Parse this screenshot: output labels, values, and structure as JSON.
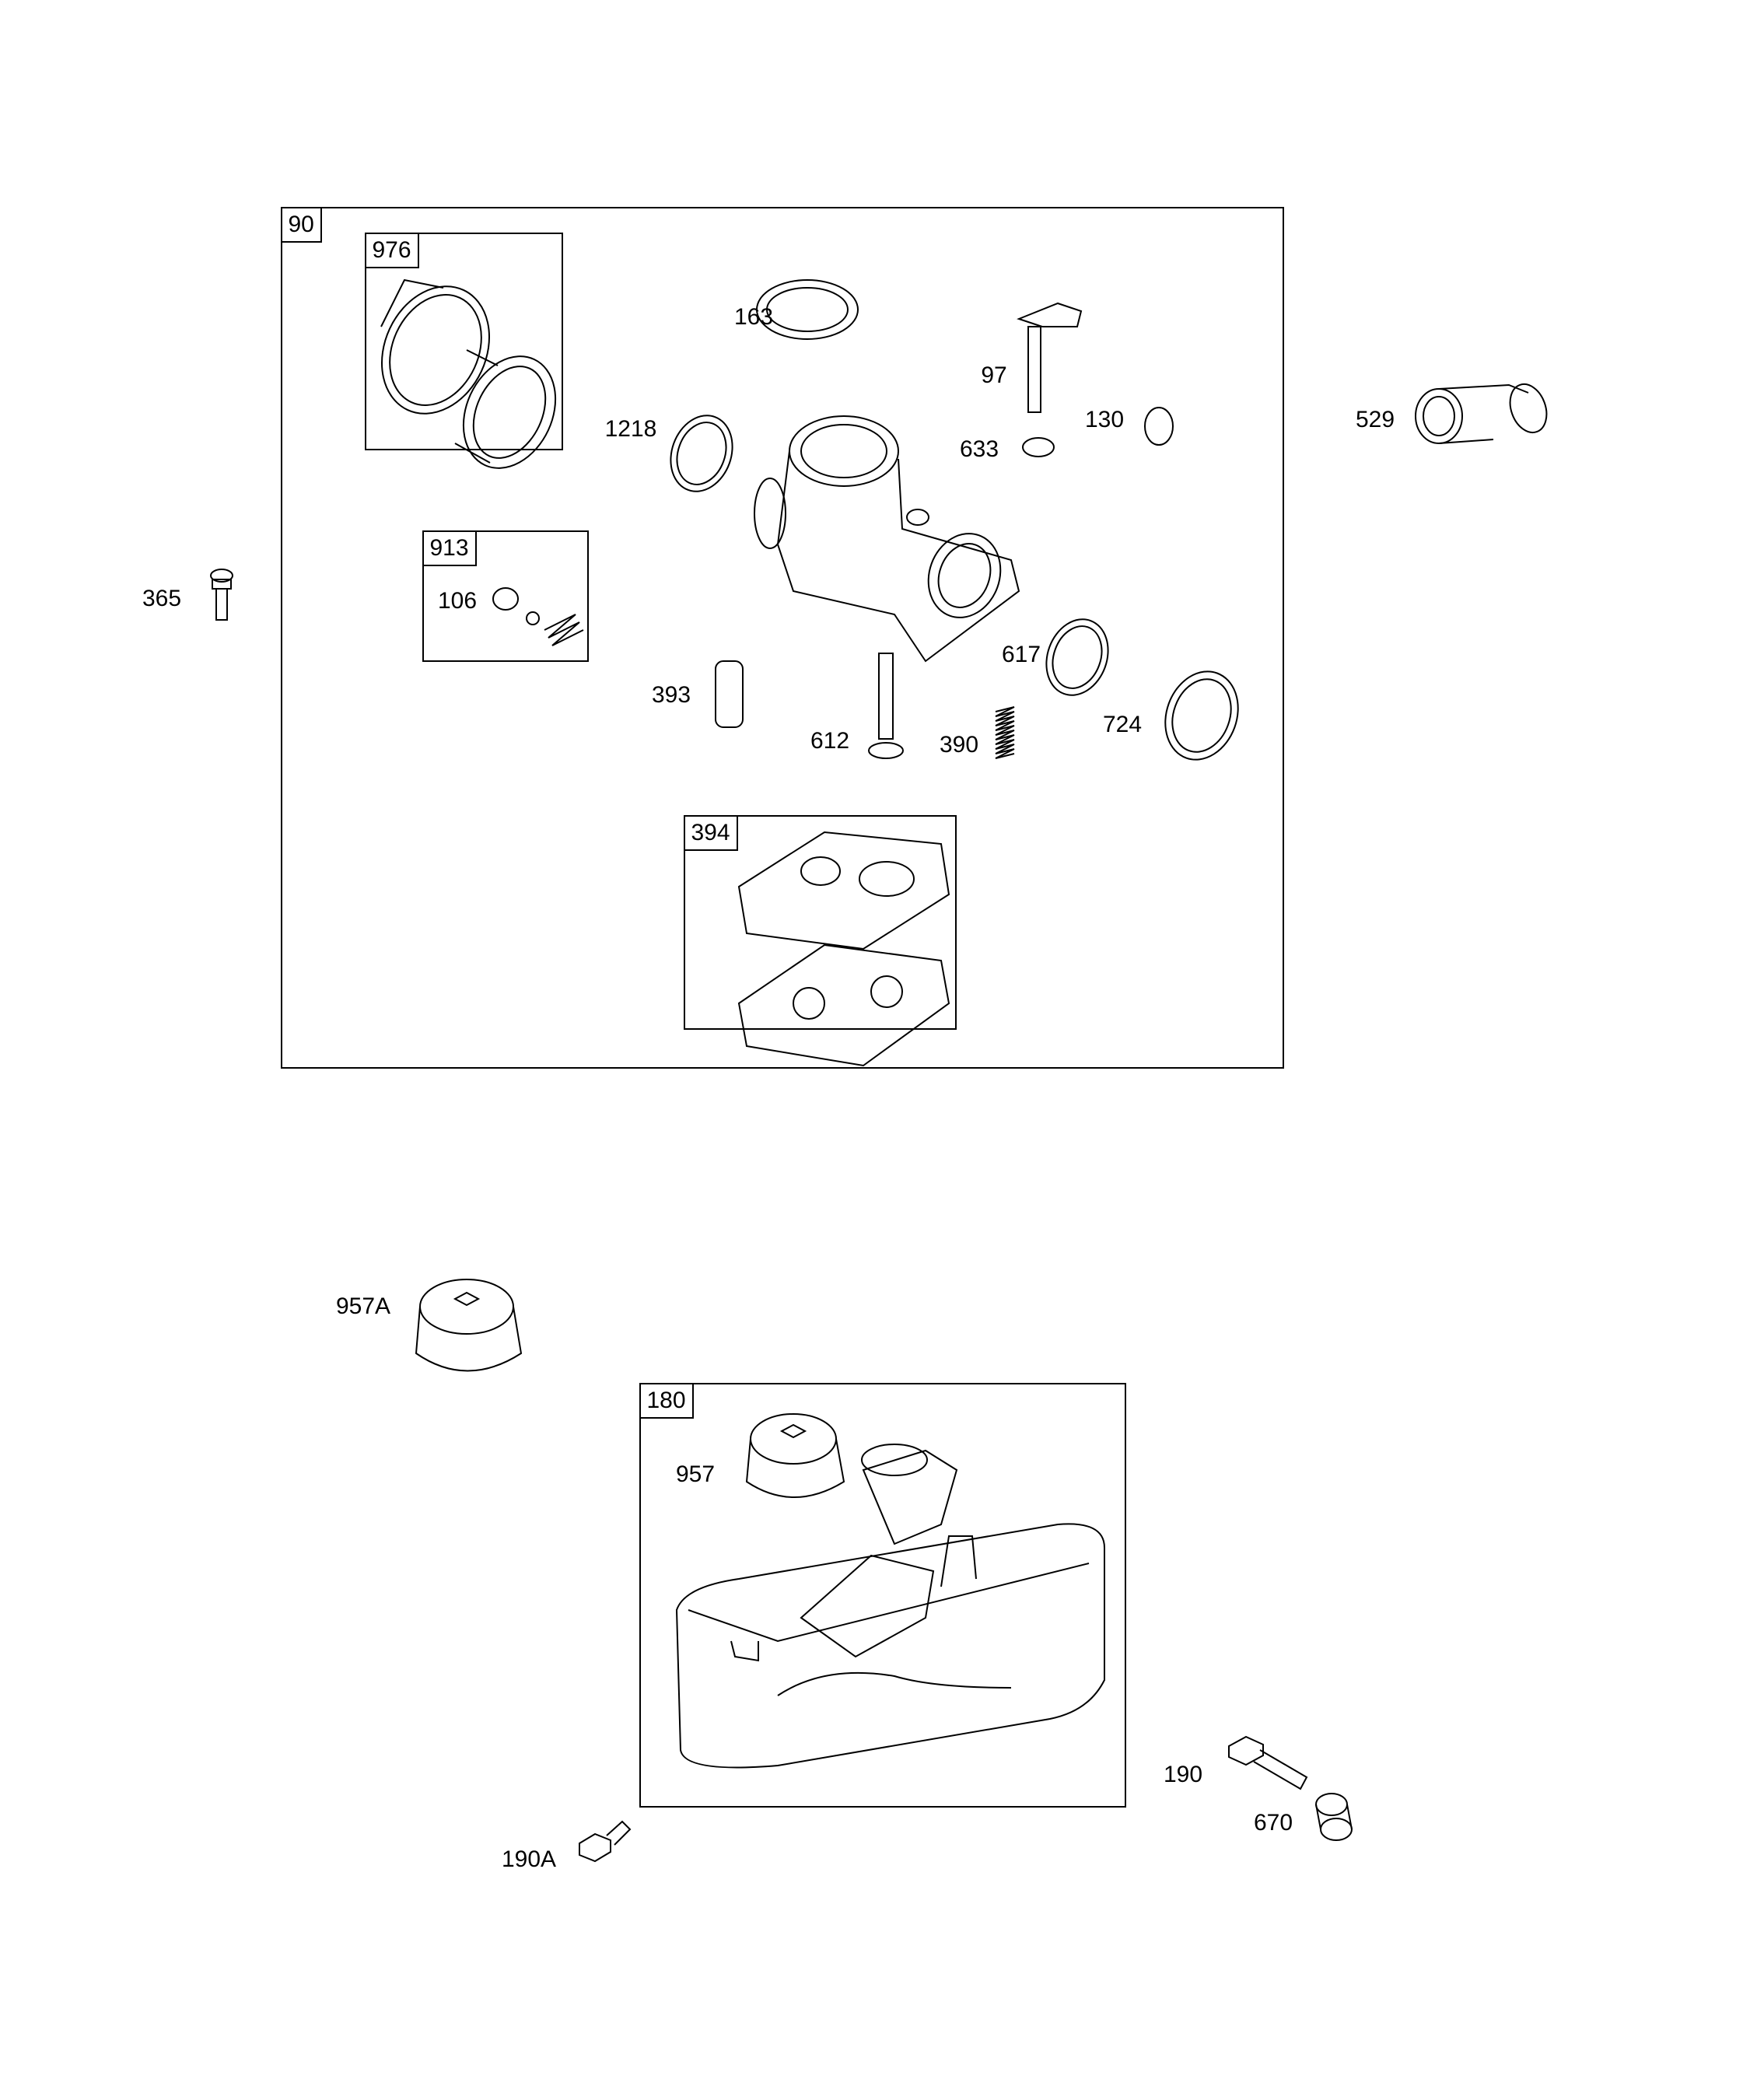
{
  "groups": {
    "g90": "90",
    "g976": "976",
    "g913": "913",
    "g394": "394",
    "g180": "180"
  },
  "callouts": {
    "p163": "163",
    "p97": "97",
    "p1218": "1218",
    "p130": "130",
    "p633": "633",
    "p529": "529",
    "p365": "365",
    "p106": "106",
    "p617": "617",
    "p393": "393",
    "p724": "724",
    "p612": "612",
    "p390": "390",
    "p957A": "957A",
    "p957": "957",
    "p190": "190",
    "p670": "670",
    "p190A": "190A"
  }
}
